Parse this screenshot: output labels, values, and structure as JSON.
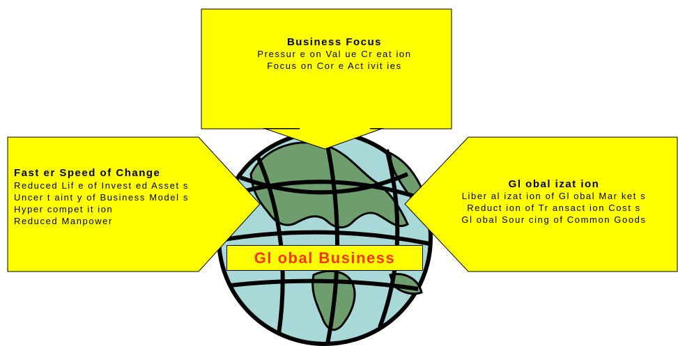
{
  "top_box": {
    "title": "Business Focus",
    "lines": [
      "Pressur e on Val ue Cr eat ion",
      "Focus on Cor e Act ivit ies"
    ]
  },
  "left_box": {
    "title": "Fast er Speed of Change",
    "lines": [
      "Reduced Lif e of Invest ed Asset s",
      "Uncer t aint y of Business Model s",
      "Hyper compet it ion",
      "Reduced Manpower"
    ]
  },
  "right_box": {
    "title": "Gl obal izat ion",
    "lines": [
      "Liber al izat ion of Gl obal Mar ket s",
      "Reduct ion of Tr ansact ion Cost s",
      "Gl obal Sour cing of Common Goods"
    ]
  },
  "center_label": "Gl obal Business",
  "colors": {
    "box_fill": "#ffff00",
    "center_text": "#ff3300",
    "globe_water": "#a9d8d8",
    "globe_land": "#6e9e6e",
    "globe_outline": "#000000"
  }
}
